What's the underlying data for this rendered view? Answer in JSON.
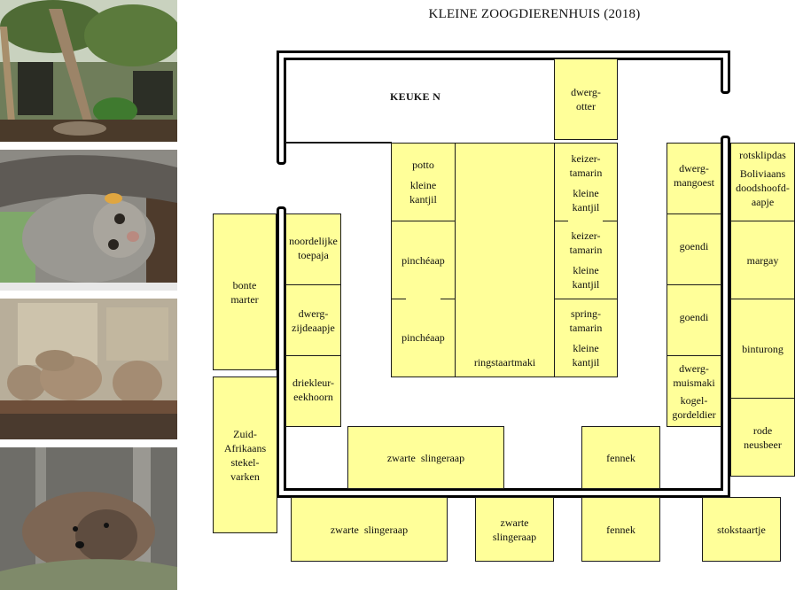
{
  "title": "KLEINE ZOOGDIERENHUIS  (2018)",
  "photos": [
    {
      "subject": "tropical hall interior with trees",
      "icon": "jungle-photo"
    },
    {
      "subject": "potto hanging upside down",
      "icon": "potto-photo"
    },
    {
      "subject": "group of rock hyraxes on ledge",
      "icon": "rock-hyrax-photo"
    },
    {
      "subject": "rock hyrax resting on branch",
      "icon": "hyrax-photo"
    }
  ],
  "kitchen": {
    "label": "KEUKE N"
  },
  "enclosures": {
    "dwergotter": [
      "dwerg-",
      "otter"
    ],
    "potto": [
      "potto",
      "",
      "kleine",
      "kantjil"
    ],
    "pinche1": [
      "pinchéaap"
    ],
    "pinche2": [
      "pinchéaap"
    ],
    "ringstaartmaki": [
      "ringstaartmaki"
    ],
    "keizer1": [
      "keizer-",
      "tamarin",
      "",
      "kleine",
      "kantjil"
    ],
    "keizer2": [
      "keizer-",
      "tamarin",
      "",
      "kleine",
      "kantjil"
    ],
    "spring": [
      "spring-",
      "tamarin",
      "",
      "kleine",
      "kantjil"
    ],
    "bonte_marter": [
      "bonte",
      "marter"
    ],
    "zuid_afrikaans": [
      "Zuid-",
      "Afrikaans",
      "stekel-",
      "varken"
    ],
    "toepaja": [
      "noordelijke",
      "toepaja"
    ],
    "zijdeaapje": [
      "dwerg-",
      "zijdeaapje"
    ],
    "eekhoorn": [
      "driekleur-",
      "eekhoorn"
    ],
    "zwarte_inner": [
      "zwarte  slingeraap"
    ],
    "fennek_inner": [
      "fennek"
    ],
    "mangoest": [
      "dwerg-",
      "mangoest"
    ],
    "goendi1": [
      "goendi"
    ],
    "goendi2": [
      "goendi"
    ],
    "muismaki": [
      "dwerg-",
      "muismaki",
      "",
      "kogel-",
      "gordeldier"
    ],
    "rotsklipdas": [
      "rotsklipdas",
      "",
      "Boliviaans",
      "doodshoofd-",
      "aapje"
    ],
    "margay": [
      "margay"
    ],
    "binturong": [
      "binturong"
    ],
    "neusbeer": [
      "rode",
      "neusbeer"
    ],
    "zwarte_outer": [
      "zwarte  slingeraap"
    ],
    "zwarte_small": [
      "zwarte",
      "slingeraap"
    ],
    "fennek_outer": [
      "fennek"
    ],
    "stokstaartje": [
      "stokstaartje"
    ]
  },
  "colors": {
    "enclosure_fill": "#ffff99",
    "wall": "#000000",
    "background": "#ffffff"
  }
}
